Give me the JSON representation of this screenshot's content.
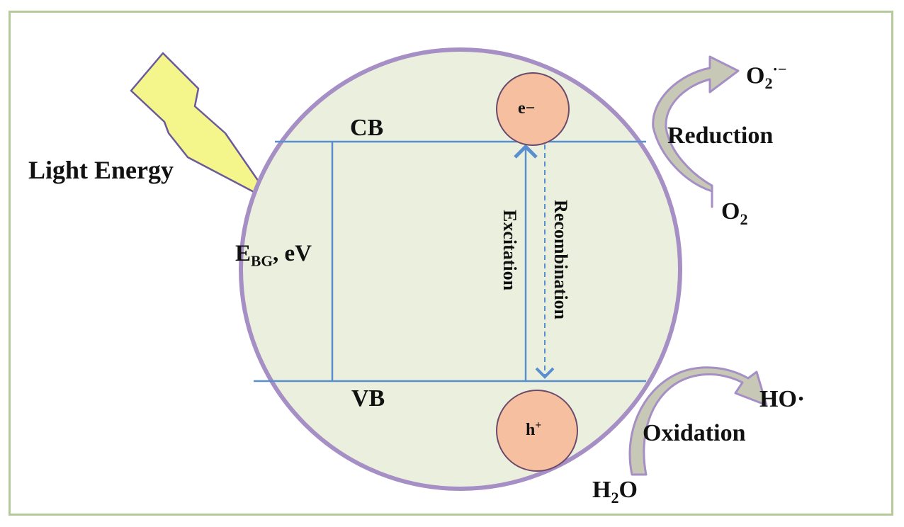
{
  "labels": {
    "light_energy": "Light Energy",
    "cb": "CB",
    "vb": "VB",
    "ebg_main": "E",
    "ebg_sub": "BG",
    "ebg_rest": ", eV",
    "electron": "e−",
    "hole_main": "h",
    "hole_sup": "+",
    "excitation": "Excitation",
    "recombination": "Recombination",
    "reduction": "Reduction",
    "oxidation": "Oxidation",
    "o2_radical_main": "O",
    "o2_radical_sub": "2",
    "o2_radical_sup": "·−",
    "o2_main": "O",
    "o2_sub": "2",
    "hydroxyl": "HO·",
    "water_main": "H",
    "water_sub": "2",
    "water_rest": "O"
  },
  "colors": {
    "frame": "#b5c99a",
    "particle_fill": "#ebf0de",
    "particle_stroke": "#a58fc4",
    "band_lines": "#5a8fcf",
    "charge_fill": "#f6c0a0",
    "lightning_fill": "#f4f58a",
    "lightning_stroke": "#6b5a9a",
    "arrow_fill": "#c7c9b6"
  }
}
